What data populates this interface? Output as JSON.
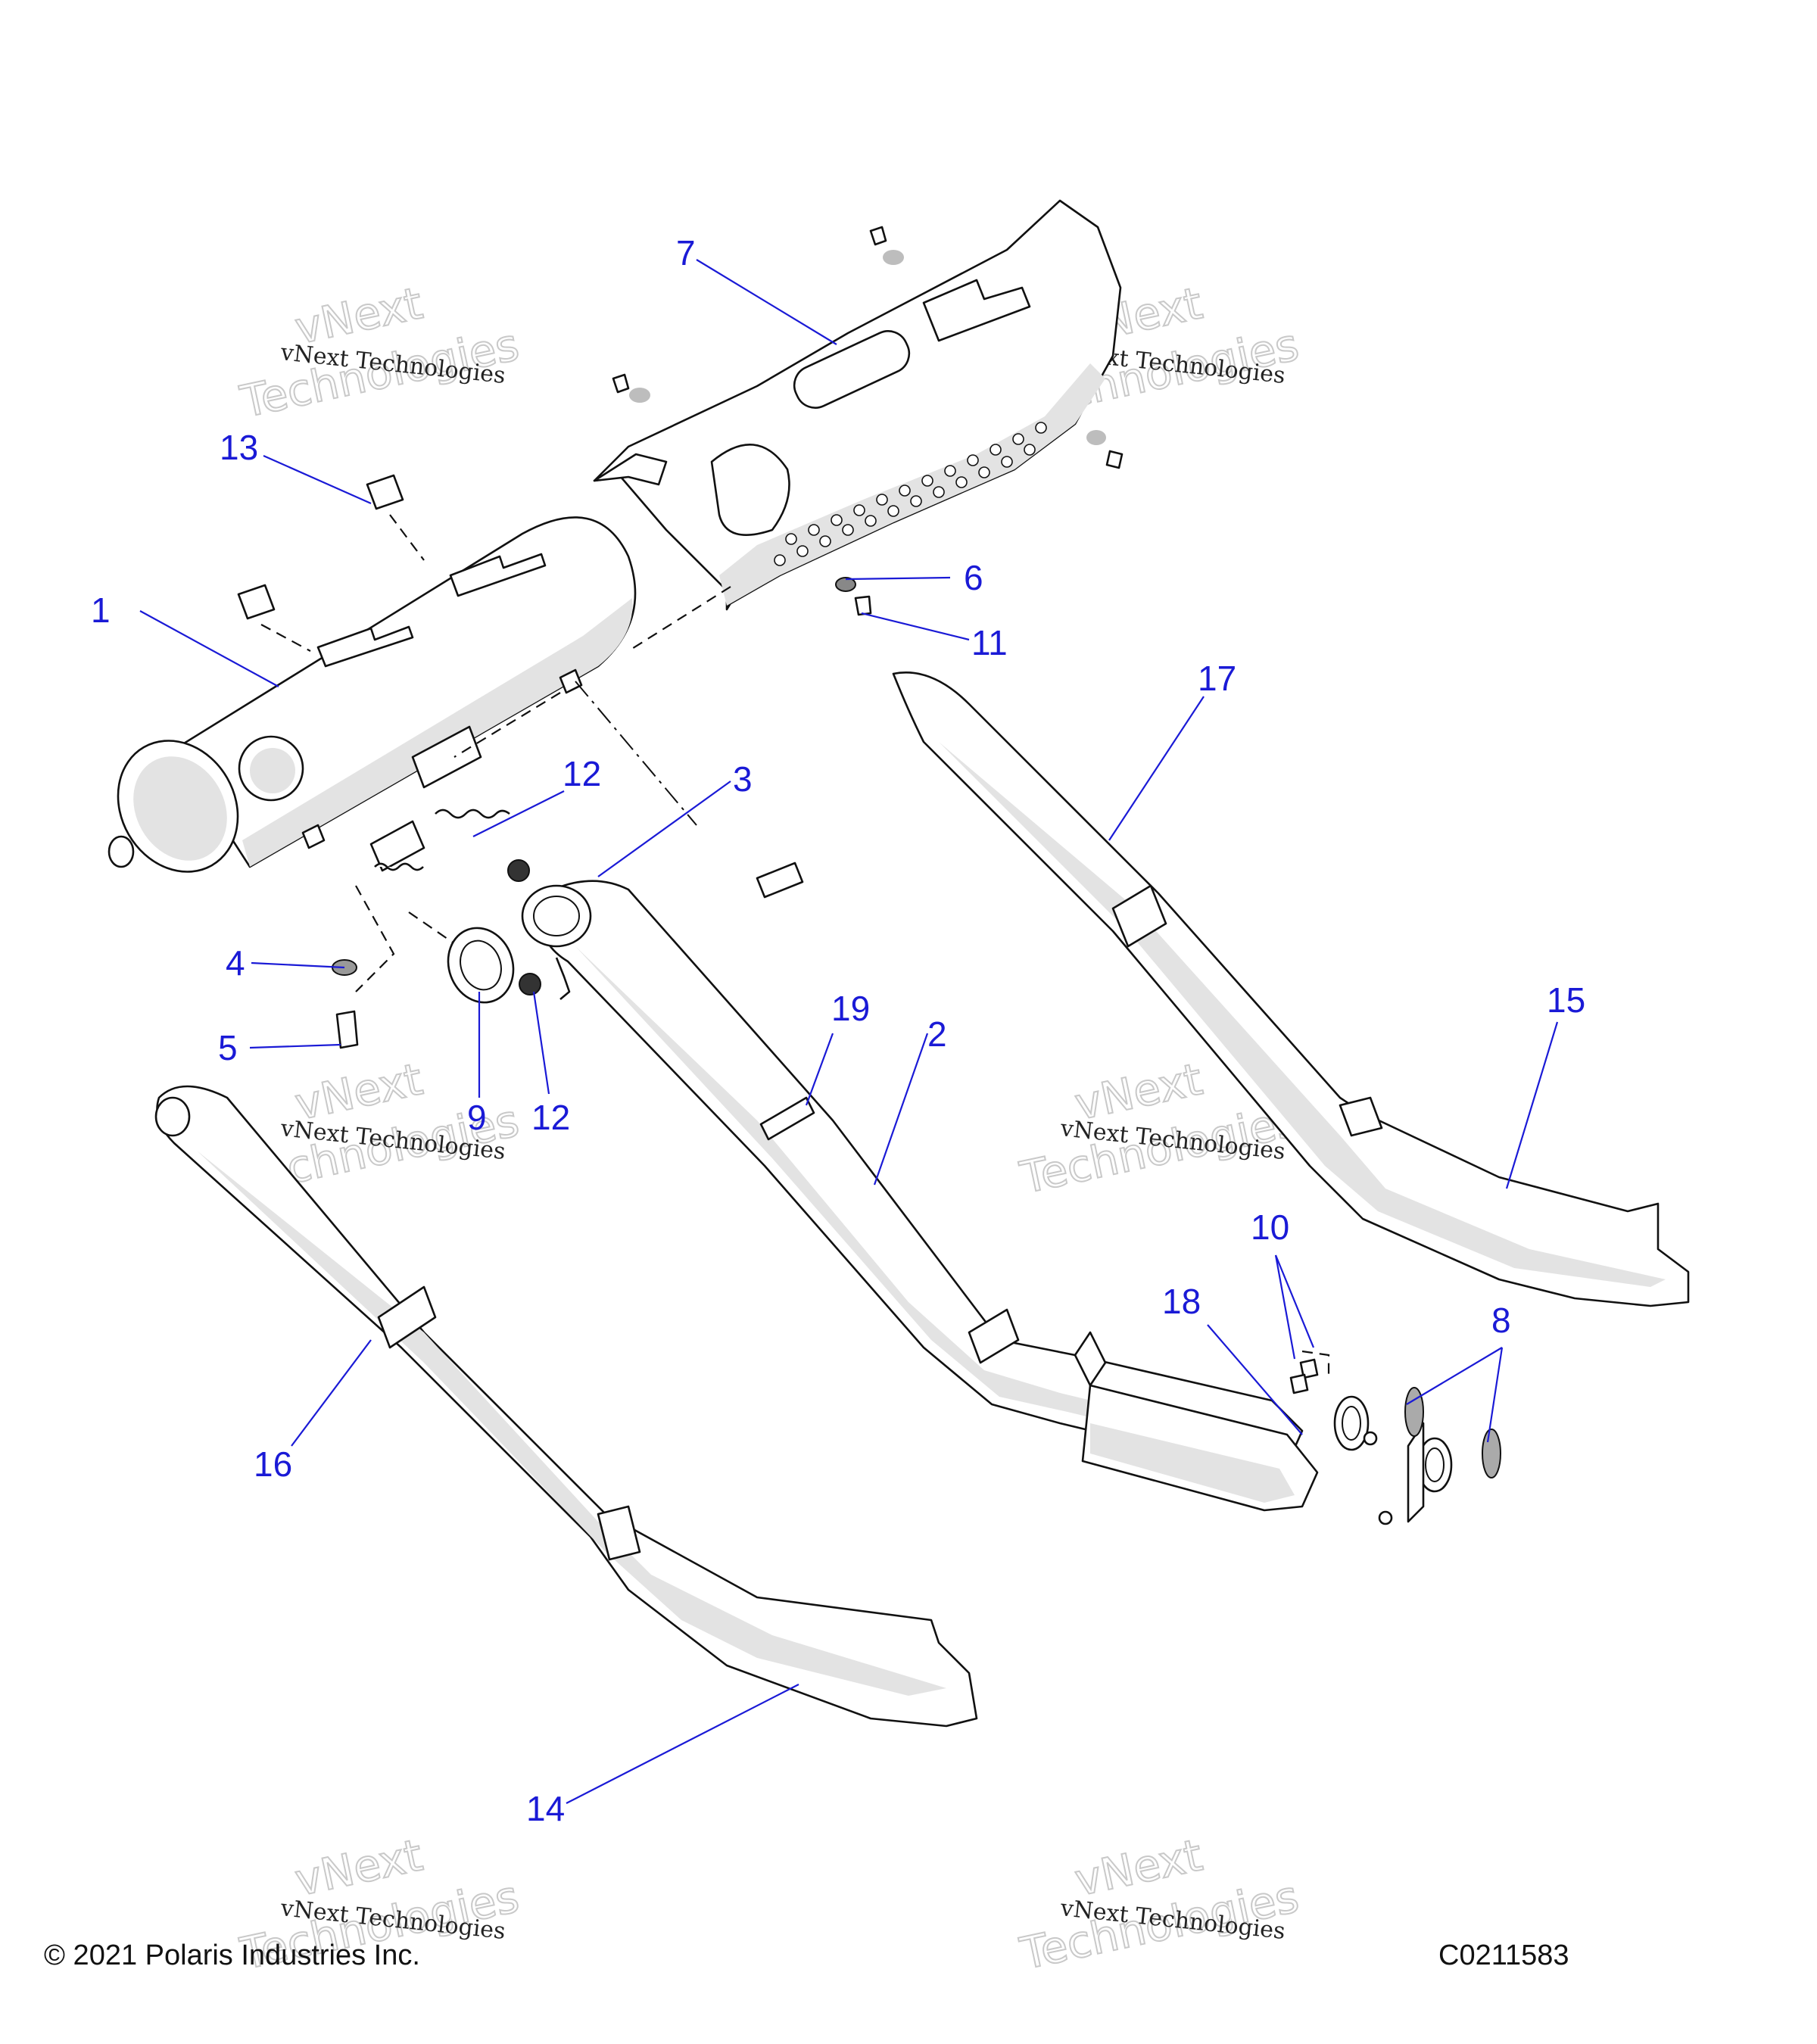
{
  "diagram": {
    "callouts": [
      "1",
      "2",
      "3",
      "4",
      "5",
      "6",
      "7",
      "8",
      "9",
      "10",
      "11",
      "12",
      "12",
      "13",
      "14",
      "15",
      "16",
      "17",
      "18",
      "19"
    ],
    "watermark": {
      "line1": "vNext Technologies",
      "line2a": "vNext",
      "line2b": "Technologies"
    },
    "footer": {
      "copyright": "© 2021 Polaris Industries Inc.",
      "code": "C0211583"
    }
  }
}
